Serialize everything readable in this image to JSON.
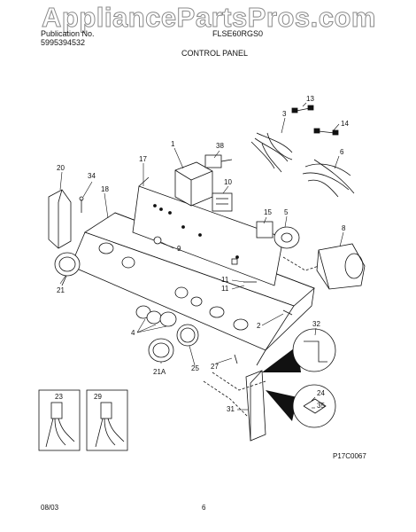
{
  "watermark": "AppliancePartsPros.com",
  "header": {
    "line1_left": "Publication No.",
    "line2_left": "5995394532",
    "model_right": "FLSE60RGS0",
    "section_title": "CONTROL PANEL"
  },
  "figure_code": "P17C0067",
  "footer": {
    "date": "08/03",
    "page": "6"
  },
  "callouts": {
    "c1": "1",
    "c2": "2",
    "c3": "3",
    "c4": "4",
    "c5": "5",
    "c6": "6",
    "c8": "8",
    "c9": "9",
    "c10": "10",
    "c11a": "11",
    "c11b": "11",
    "c13": "13",
    "c14": "14",
    "c15": "15",
    "c17": "17",
    "c18": "18",
    "c20": "20",
    "c21": "21",
    "c21a": "21A",
    "c23": "23",
    "c24": "24",
    "c25": "25",
    "c27": "27",
    "c29": "29",
    "c31": "31",
    "c32": "32",
    "c34": "34",
    "c35": "35",
    "c38": "38"
  }
}
